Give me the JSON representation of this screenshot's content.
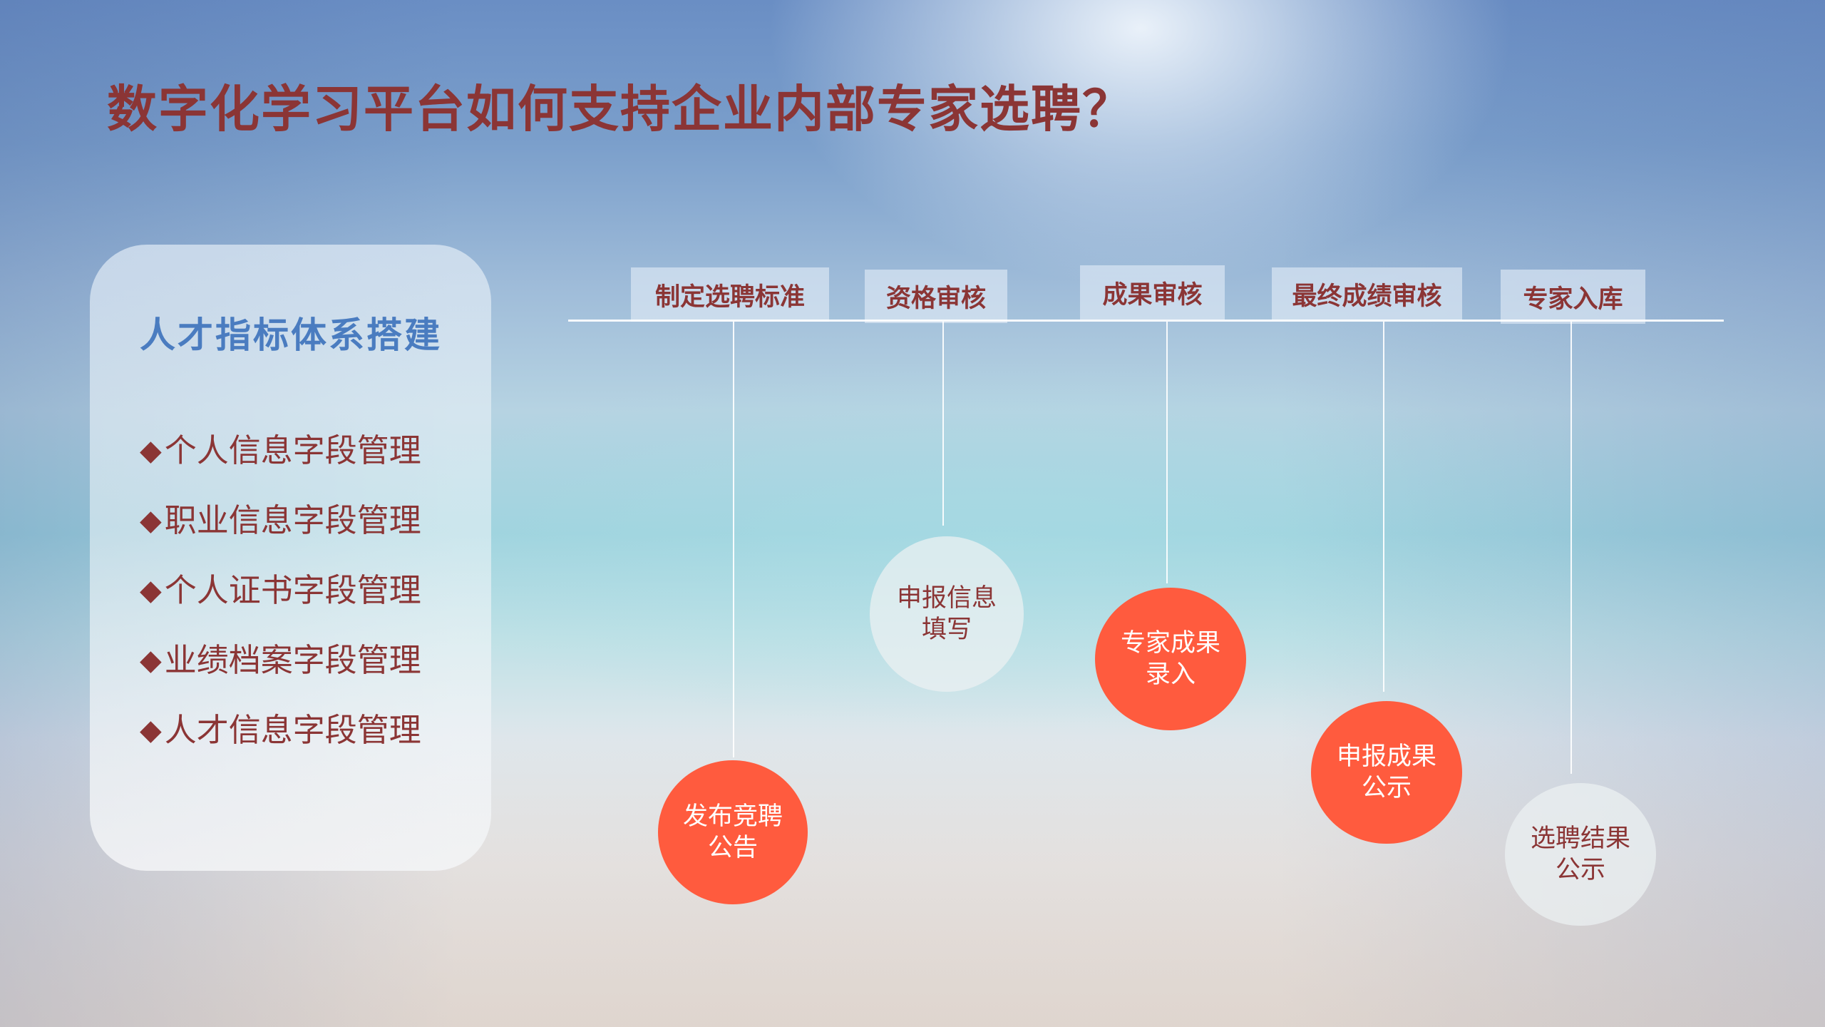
{
  "title": "数字化学习平台如何支持企业内部专家选聘？",
  "panel": {
    "heading": "人才指标体系搭建",
    "bullet": "◆",
    "items": [
      {
        "label": "个人信息字段管理"
      },
      {
        "label": "职业信息字段管理"
      },
      {
        "label": "个人证书字段管理"
      },
      {
        "label": "业绩档案字段管理"
      },
      {
        "label": "人才信息字段管理"
      }
    ]
  },
  "timeline": {
    "steps": [
      {
        "label": "制定选聘标准"
      },
      {
        "label": "资格审核"
      },
      {
        "label": "成果审核"
      },
      {
        "label": "最终成绩审核"
      },
      {
        "label": "专家入库"
      }
    ],
    "nodes": [
      {
        "line1": "发布竞聘",
        "line2": "公告",
        "style": "coral"
      },
      {
        "line1": "申报信息",
        "line2": "填写",
        "style": "pale"
      },
      {
        "line1": "专家成果",
        "line2": "录入",
        "style": "coral"
      },
      {
        "line1": "申报成果",
        "line2": "公示",
        "style": "coral"
      },
      {
        "line1": "选聘结果",
        "line2": "公示",
        "style": "pale"
      }
    ]
  },
  "colors": {
    "title": "#8b3535",
    "heading": "#4a7cc0",
    "coral": "#ff5b3e",
    "pale": "#ebf0f2"
  }
}
